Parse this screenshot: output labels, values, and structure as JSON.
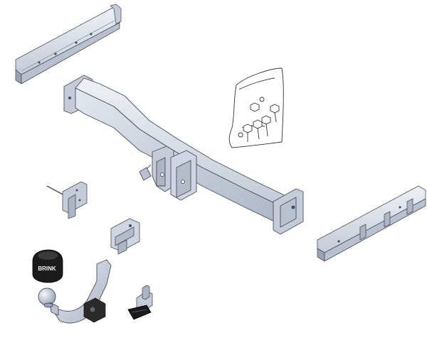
{
  "illustration": {
    "brand_cap_text": "BRINK",
    "colors": {
      "steel_light": "#d6dbe6",
      "steel_mid": "#b9c0cf",
      "steel_dark": "#9aa3b5",
      "outline": "#4a4f5a",
      "cap_black": "#1b1b1b",
      "cap_text": "#f2f2f2"
    },
    "parts": [
      "crossbar",
      "left-side-bracket",
      "right-side-bracket",
      "hardware-bag",
      "socket-plate-bracket",
      "mounting-clamp",
      "tow-ball-neck",
      "tow-ball-cap",
      "lock-handle",
      "socket-mount"
    ]
  }
}
